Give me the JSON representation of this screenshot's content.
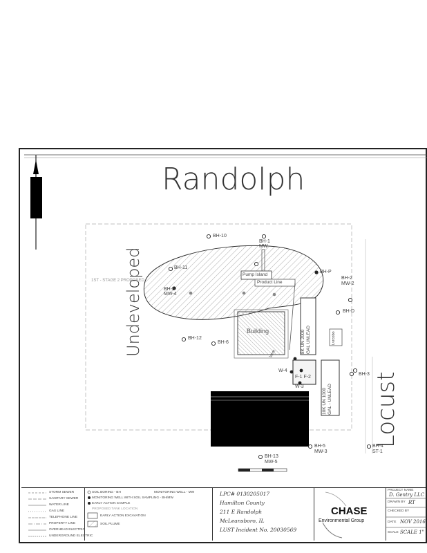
{
  "streets": {
    "north": "Randolph",
    "west": "Undeveloped",
    "east": "Locust"
  },
  "labels": {
    "bh10": "BH-10",
    "bh1_mw": "BH-1\nMW-",
    "bh11": "BH-11",
    "bh_pa": "BH-P",
    "bh2": "BH-2\nMW-2",
    "bh_d": "BH-D",
    "bh5_mw4": "BH-5\nMW-4",
    "bh12": "BH-12",
    "bh6": "BH-6",
    "bh3": "BH-3",
    "mw4": "W-4",
    "mw3": "W-3",
    "f1f2": "F-1 F-2",
    "bh4_st1": "BH-4\nST-1",
    "bh5_mw3": "BH-5\nMW-3",
    "bh13": "BH-13\nMW-5",
    "pump_island": "Pump Island",
    "product_line": "Product Line",
    "building": "Building",
    "tank1": "8K UN 2000\nGAL UNLEAD",
    "tank2": "10K UN 1000\nGAL - UNLEAD",
    "small_box": "Lvrcobo",
    "vent": "Vent",
    "tank_note": "1ST - STAGE 2 PROPOSED"
  },
  "legend": {
    "items": [
      "STORM SEWER",
      "SANITARY SEWER",
      "WATER LINE",
      "GAS LINE",
      "TELEPHONE LINE",
      "PROPERTY LINE",
      "OVERHEAD ELECTRIC",
      "UNDERGROUND ELECTRIC"
    ],
    "symbols": [
      "SOIL BORING - BH",
      "MONITORING WELL - MW",
      "MONITORING WELL WITH SOIL SAMPLING - BH/MW",
      "EARLY ACTION SAMPLE",
      "PROPOSED TANK LOCATION",
      "EARLY ACTION EXCAVATION",
      "SOIL PLUME"
    ]
  },
  "site_info": {
    "lpc": "LPC# 0130205017",
    "county": "Hamilton County",
    "address": "211 E Randolph",
    "city": "McLeansboro, IL",
    "iema": "LUST Incident No. 20030569"
  },
  "company": {
    "name": "CHASE",
    "subtitle": "Environmental Group"
  },
  "project": {
    "name_label": "PROJECT NAME",
    "name_value": "D. Gentry LLC",
    "drawn_label": "DRAWN BY",
    "drawn_value": "RT",
    "checked_label": "CHECKED BY",
    "date_label": "DATE",
    "date_value": "NOV 2016",
    "scale_label": "SCALE",
    "scale_value": "SCALE 1\""
  }
}
